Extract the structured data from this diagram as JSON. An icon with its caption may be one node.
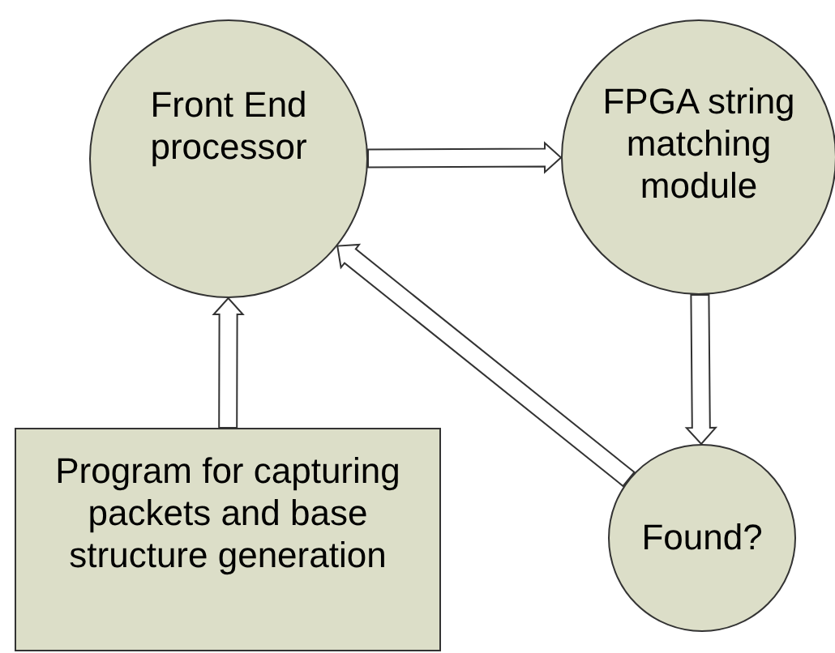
{
  "diagram": {
    "nodes": [
      {
        "text": [
          "Front End processor"
        ]
      },
      {
        "text": [
          "FPGA string matching module"
        ]
      },
      {
        "text": [
          "Program for capturing packets and base structure generation"
        ]
      },
      {
        "text": [
          "Found?"
        ]
      }
    ],
    "edges": [
      {
        "from": 0,
        "to": 1,
        "arrow": "to"
      },
      {
        "from": 1,
        "to": 3,
        "arrow": "to"
      },
      {
        "from": 3,
        "to": 0,
        "arrow": "to"
      },
      {
        "from": 2,
        "to": 0,
        "arrow": "to"
      }
    ]
  }
}
